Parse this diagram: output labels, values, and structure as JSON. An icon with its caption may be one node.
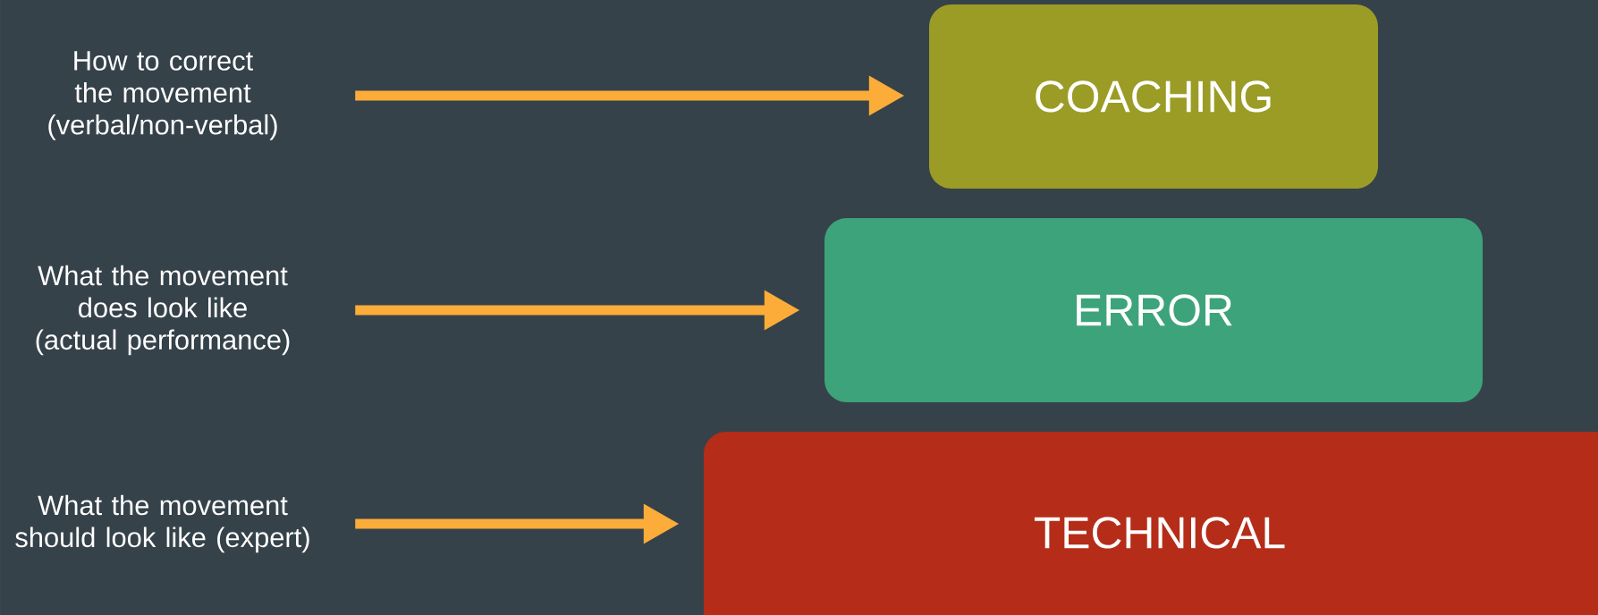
{
  "diagram": {
    "nodes": [
      {
        "text": [
          "How to correct the movement (verbal/non-verbal)"
        ]
      },
      {
        "text": [
          "COACHING"
        ]
      },
      {
        "text": [
          "What the movement does look like (actual performance)"
        ]
      },
      {
        "text": [
          "ERROR"
        ]
      },
      {
        "text": [
          "What the movement should look like (expert)"
        ]
      },
      {
        "text": [
          "TECHNICAL"
        ]
      }
    ],
    "edges": [
      {
        "from": 0,
        "to": 1,
        "arrow": "to"
      },
      {
        "from": 2,
        "to": 3,
        "arrow": "to"
      },
      {
        "from": 4,
        "to": 5,
        "arrow": "to"
      }
    ]
  }
}
